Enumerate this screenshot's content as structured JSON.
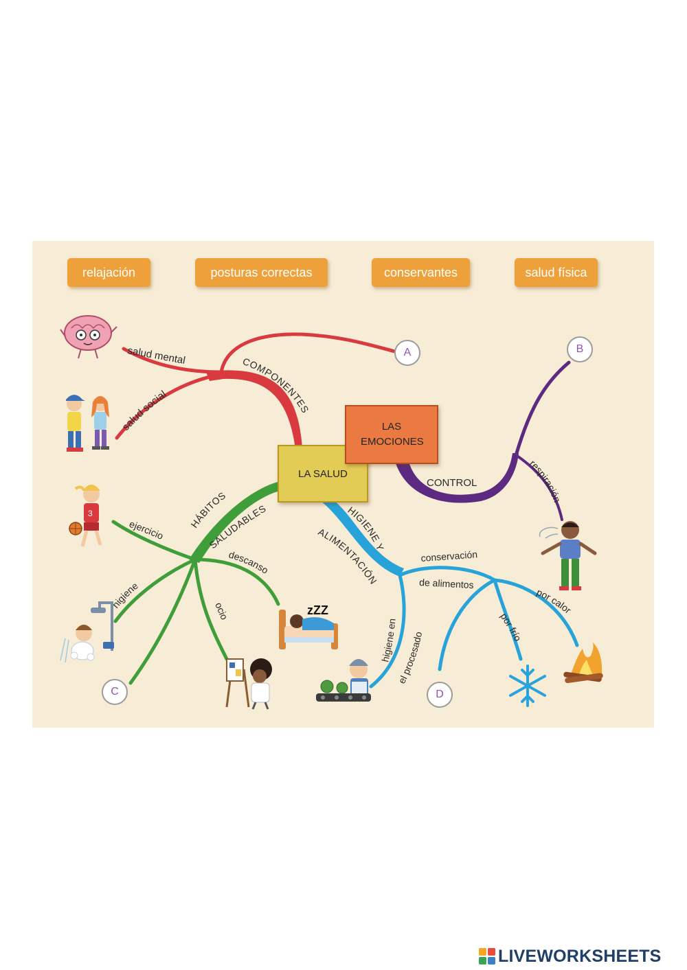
{
  "word_bank": [
    "relajación",
    "posturas correctas",
    "conservantes",
    "salud física"
  ],
  "center": "LA SALUD",
  "emotions_box": "LAS EMOCIONES",
  "blanks": {
    "a": "A",
    "b": "B",
    "c": "C",
    "d": "D"
  },
  "branches": {
    "componentes": "COMPONENTES",
    "salud_mental": "salud mental",
    "salud_social": "salud social",
    "control": "CONTROL",
    "respiracion": "respiración",
    "habitos_1": "HÁBITOS",
    "habitos_2": "SALUDABLES",
    "ejercicio": "ejercicio",
    "descanso": "descanso",
    "higiene": "higiene",
    "ocio": "ocio",
    "higiene_alim_1": "HIGIENE Y",
    "higiene_alim_2": "ALIMENTACIÓN",
    "higiene_en": "higiene en",
    "el_procesado": "el procesado",
    "conservacion": "conservación",
    "de_alimentos": "de alimentos",
    "por_frio": "por frío",
    "por_calor": "por calor",
    "zzz": "zZZ"
  },
  "icons": [
    "brain-icon",
    "friends-icon",
    "basketball-girl-icon",
    "shower-icon",
    "painter-icon",
    "sleeping-bed-icon",
    "factory-worker-icon",
    "snowflake-icon",
    "campfire-icon",
    "breathing-boy-icon"
  ],
  "brand": "LIVEWORKSHEETS",
  "colors": {
    "panel": "#f7ecd5",
    "chip": "#eea13a",
    "red": "#d83a3f",
    "purple": "#5c2a80",
    "green": "#3f9e3a",
    "blue": "#27a3d9",
    "center_box": "#e3cc56",
    "emotions_box": "#ea7a42",
    "brand_text": "#1f3f66"
  }
}
